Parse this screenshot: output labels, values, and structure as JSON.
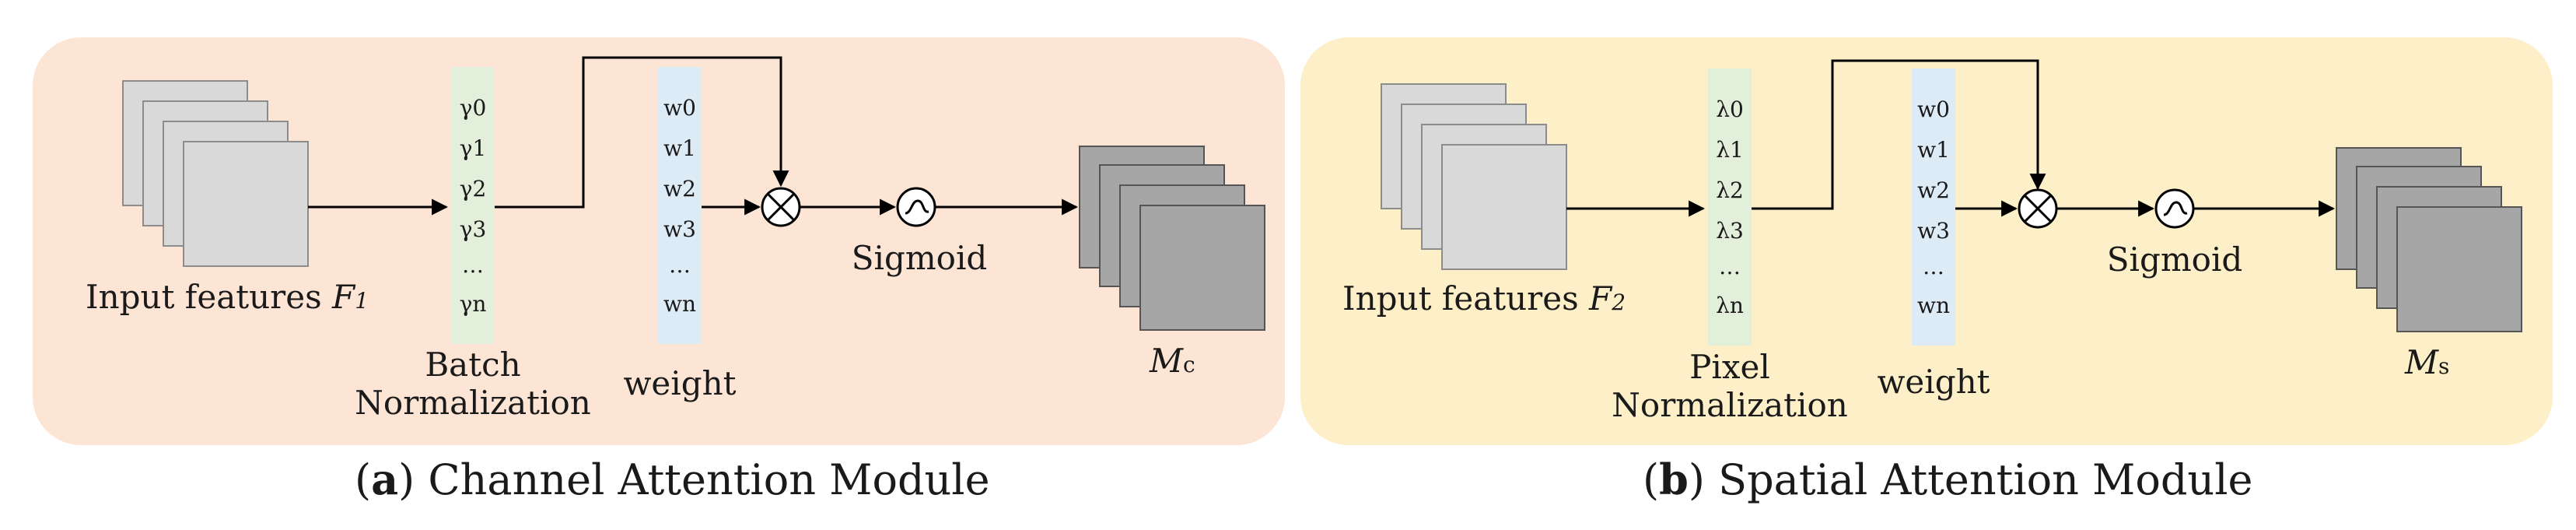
{
  "panel_a": {
    "background": "#fde5d6",
    "input_label": "Input features",
    "input_symbol": "F",
    "input_subscript": "1",
    "norm_values": [
      "γ0",
      "γ1",
      "γ2",
      "γ3",
      "…",
      "γn"
    ],
    "norm_label_line1": "Batch",
    "norm_label_line2": "Normalization",
    "weight_values": [
      "w0",
      "w1",
      "w2",
      "w3",
      "…",
      "wn"
    ],
    "weight_label": "weight",
    "sigmoid_label": "Sigmoid",
    "output_symbol": "M",
    "output_subscript": "c",
    "caption_letter": "a",
    "caption_text": "Channel Attention Module"
  },
  "panel_b": {
    "background": "#fdf0c8",
    "input_label": "Input features",
    "input_symbol": "F",
    "input_subscript": "2",
    "norm_values": [
      "λ0",
      "λ1",
      "λ2",
      "λ3",
      "…",
      "λn"
    ],
    "norm_label_line1": "Pixel",
    "norm_label_line2": "Normalization",
    "weight_values": [
      "w0",
      "w1",
      "w2",
      "w3",
      "…",
      "wn"
    ],
    "weight_label": "weight",
    "sigmoid_label": "Sigmoid",
    "output_symbol": "M",
    "output_subscript": "s",
    "caption_letter": "b",
    "caption_text": "Spatial Attention Module"
  },
  "colors": {
    "input_feature_fill": "#d9d9d9",
    "output_feature_fill": "#a6a6a6",
    "norm_bar": "#e2efda",
    "weight_bar": "#ddebf7",
    "line": "#000000"
  },
  "icons": {
    "multiply": "circled-times-icon",
    "sigmoid": "sigmoid-curve-icon"
  }
}
